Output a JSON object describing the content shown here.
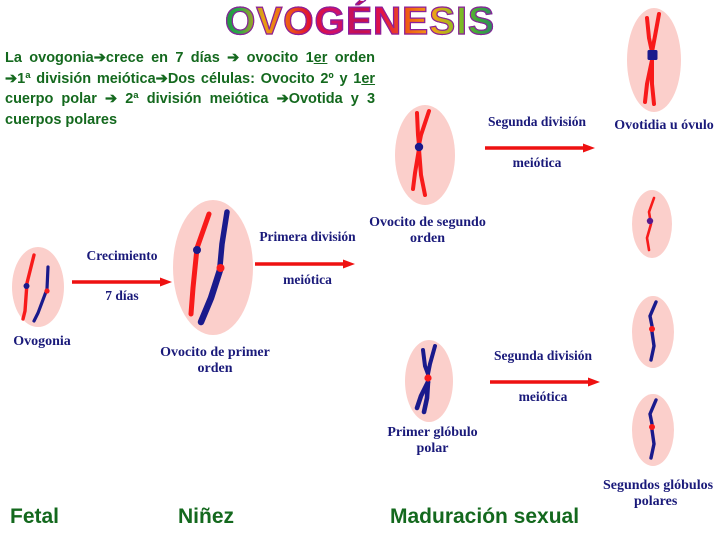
{
  "title": {
    "text": "OVOGÉNESIS"
  },
  "intro": {
    "line1_a": "La ovogonia",
    "line1_b": "crece en 7 días ",
    "line1_c": " ovocito 1",
    "line1_sup": "er",
    "line2_a": "orden  ",
    "line2_b": "1ª división meiótica",
    "line2_c": "Dos células:",
    "line3_a": "Ovocito 2º  y 1",
    "line3_sup": "er",
    "line3_b": " cuerpo polar ",
    "line3_c": " 2ª división",
    "line4_a": "meiótica ",
    "line4_b": "Ovotida y 3 cuerpos polares",
    "arrow_glyph": "➔"
  },
  "cells": {
    "ovogonia": {
      "label": "Ovogonia"
    },
    "ovocito_primer": {
      "label_line1": "Ovocito de primer",
      "label_line2": "orden"
    },
    "ovocito_segundo": {
      "label_line1": "Ovocito de segundo",
      "label_line2": "orden"
    },
    "ovotidia": {
      "label": "Ovotidia u óvulo"
    },
    "primer_globulo": {
      "label_line1": "Primer glóbulo",
      "label_line2": "polar"
    },
    "segundos_globulos": {
      "label_line1": "Segundos glóbulos",
      "label_line2": "polares"
    }
  },
  "arrows": {
    "crecimiento": {
      "top": "Crecimiento",
      "bottom": "7 días"
    },
    "primera_division": {
      "top": "Primera división",
      "bottom": "meiótica"
    },
    "segunda_division_sup": {
      "top": "Segunda división",
      "bottom": "meiótica"
    },
    "segunda_division_inf": {
      "top": "Segunda división",
      "bottom": "meiótica"
    }
  },
  "stages": {
    "fetal": "Fetal",
    "ninez": "Niñez",
    "maduracion": "Maduración sexual"
  },
  "colors": {
    "cell_cytoplasm": "#fbcfcb",
    "chromosome_red": "#f81a1a",
    "chromosome_blue": "#1a1a8c",
    "label_navy": "#1a1a7a",
    "text_green": "#14691e",
    "arrow_red": "#ee1111"
  }
}
